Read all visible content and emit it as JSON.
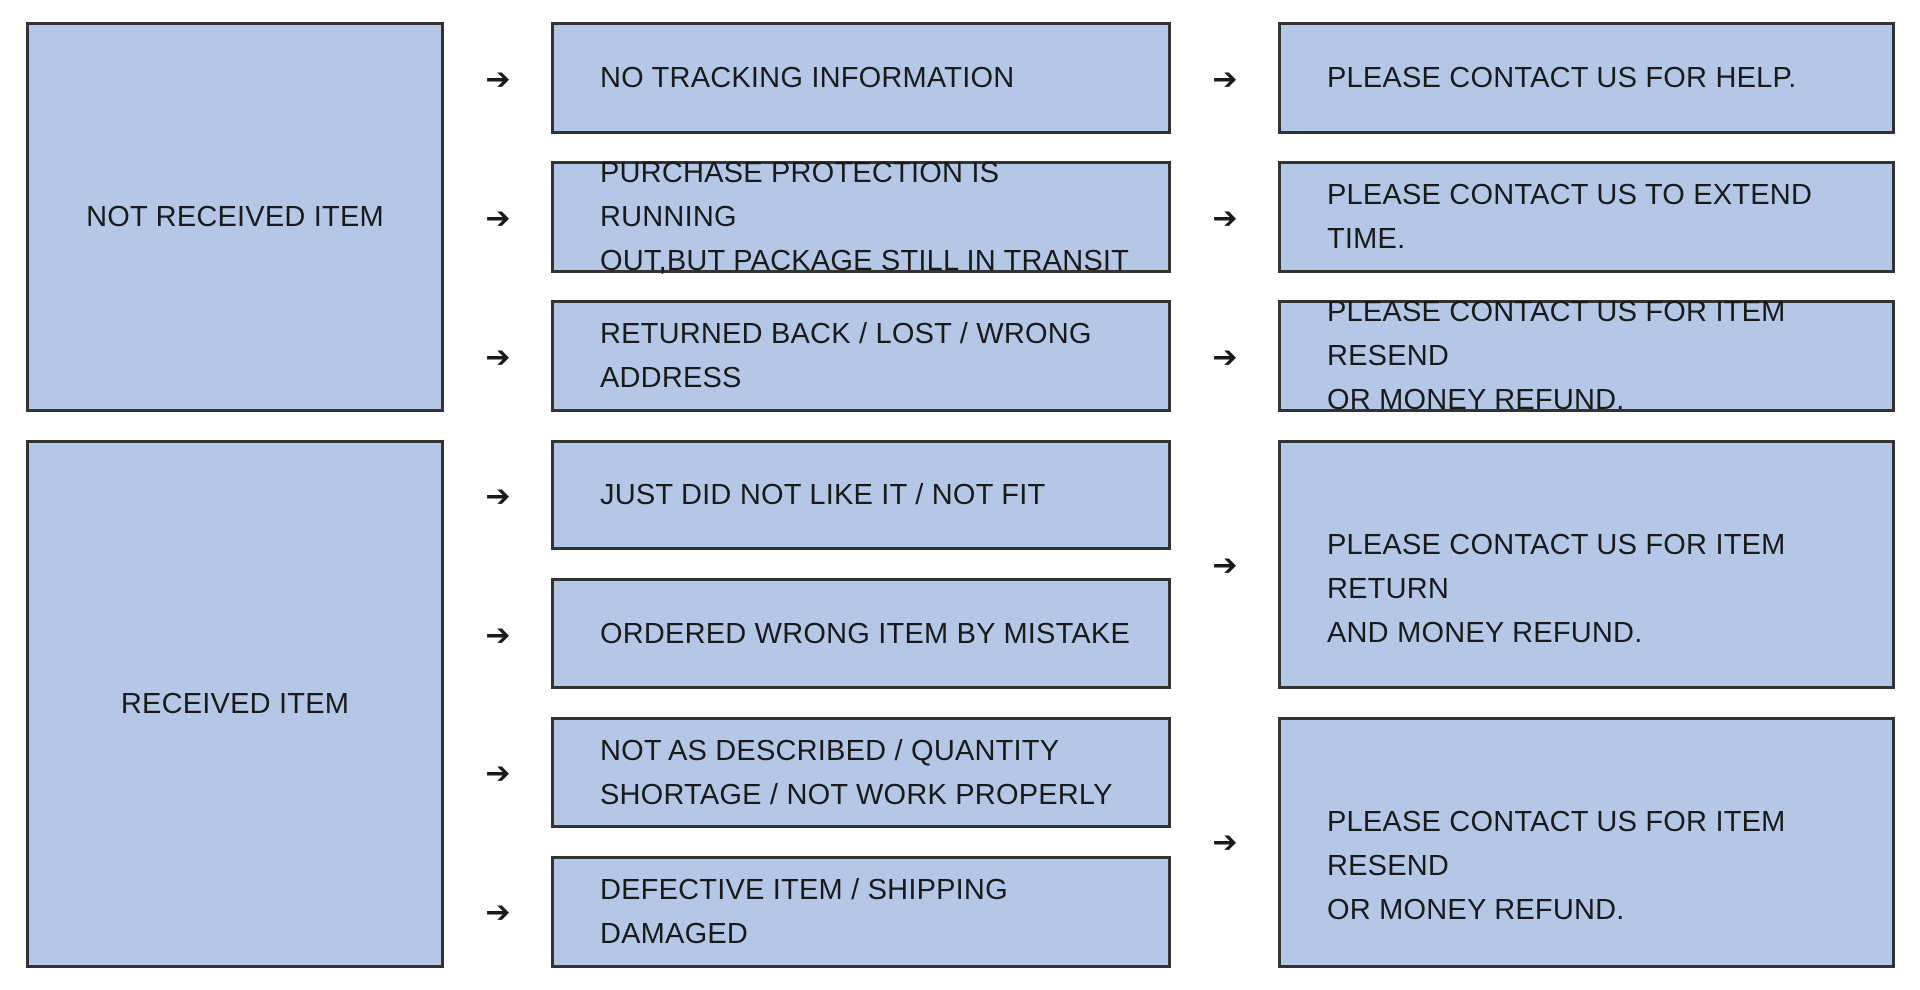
{
  "style": {
    "box_fill": "#b4c7e7",
    "box_border": "#333333",
    "text_color": "#1a1a1a"
  },
  "arrow_glyph": "➔",
  "categories": [
    {
      "label": "NOT RECEIVED ITEM"
    },
    {
      "label": "RECEIVED ITEM"
    }
  ],
  "reasons": [
    {
      "label": "NO TRACKING INFORMATION"
    },
    {
      "label": "PURCHASE PROTECTION IS RUNNING\nOUT,BUT PACKAGE STILL IN TRANSIT"
    },
    {
      "label": "RETURNED BACK / LOST / WRONG\nADDRESS"
    },
    {
      "label": "JUST DID NOT LIKE IT / NOT FIT"
    },
    {
      "label": "ORDERED WRONG ITEM BY MISTAKE"
    },
    {
      "label": "NOT AS DESCRIBED / QUANTITY\nSHORTAGE / NOT WORK PROPERLY"
    },
    {
      "label": "DEFECTIVE ITEM / SHIPPING DAMAGED"
    }
  ],
  "actions": [
    {
      "label": "PLEASE CONTACT US FOR HELP."
    },
    {
      "label": "PLEASE CONTACT US TO EXTEND TIME."
    },
    {
      "label": "PLEASE CONTACT US FOR ITEM RESEND\nOR MONEY REFUND."
    },
    {
      "label": "PLEASE CONTACT US FOR ITEM RETURN\nAND MONEY REFUND."
    },
    {
      "label": "PLEASE CONTACT US FOR ITEM RESEND\nOR MONEY REFUND."
    }
  ]
}
